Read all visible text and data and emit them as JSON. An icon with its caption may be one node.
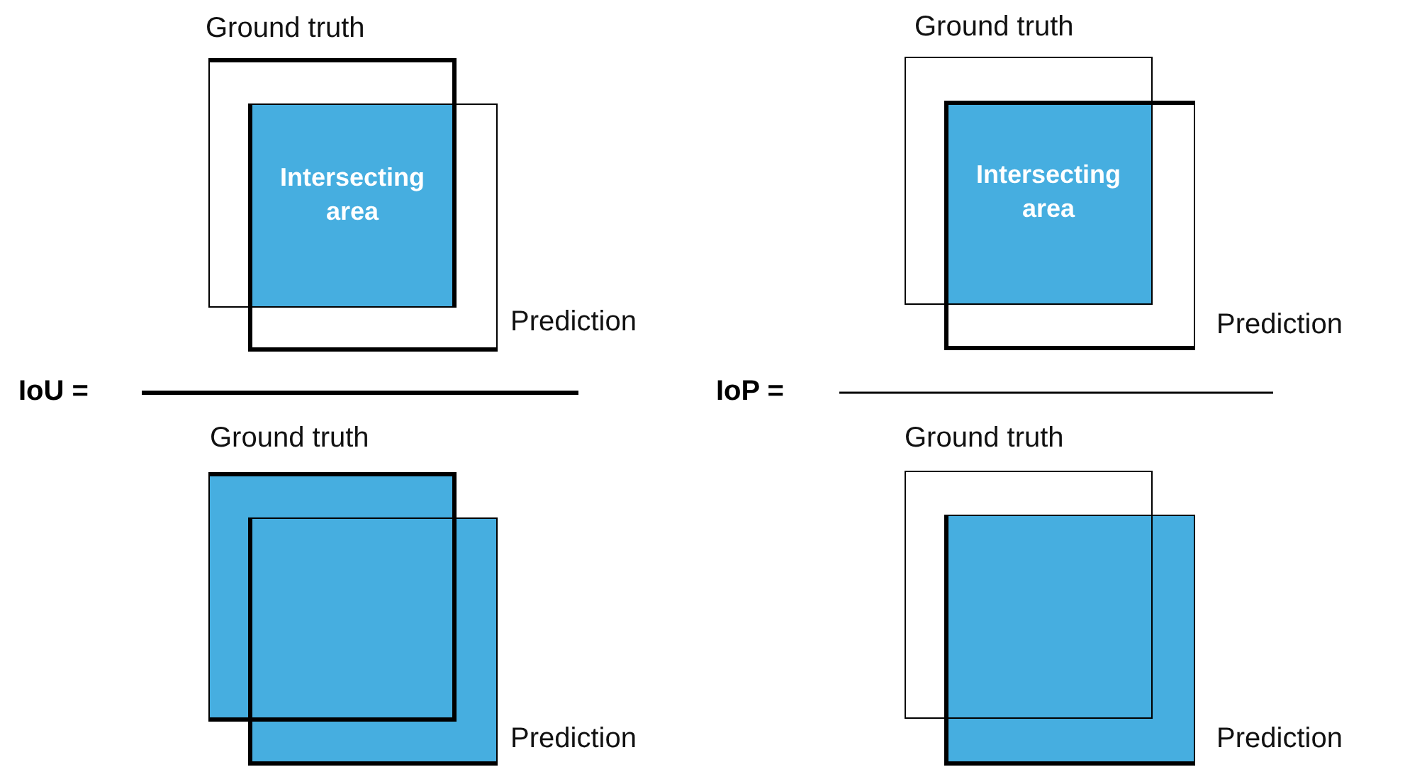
{
  "diagram": {
    "nodes": [
      {
        "text": [
          "Ground truth"
        ]
      },
      {
        "text": [
          "Intersecting area"
        ]
      },
      {
        "text": [
          "Prediction"
        ]
      },
      {
        "text": [
          "Ground truth"
        ]
      },
      {
        "text": [
          "Intersecting area"
        ]
      },
      {
        "text": [
          "Prediction"
        ]
      },
      {
        "text": [
          "Ground truth"
        ]
      },
      {
        "text": [
          "Prediction"
        ]
      },
      {
        "text": [
          "Ground truth"
        ]
      },
      {
        "text": [
          "Prediction"
        ]
      }
    ],
    "labels": [
      "IoU =",
      "IoP ="
    ]
  }
}
